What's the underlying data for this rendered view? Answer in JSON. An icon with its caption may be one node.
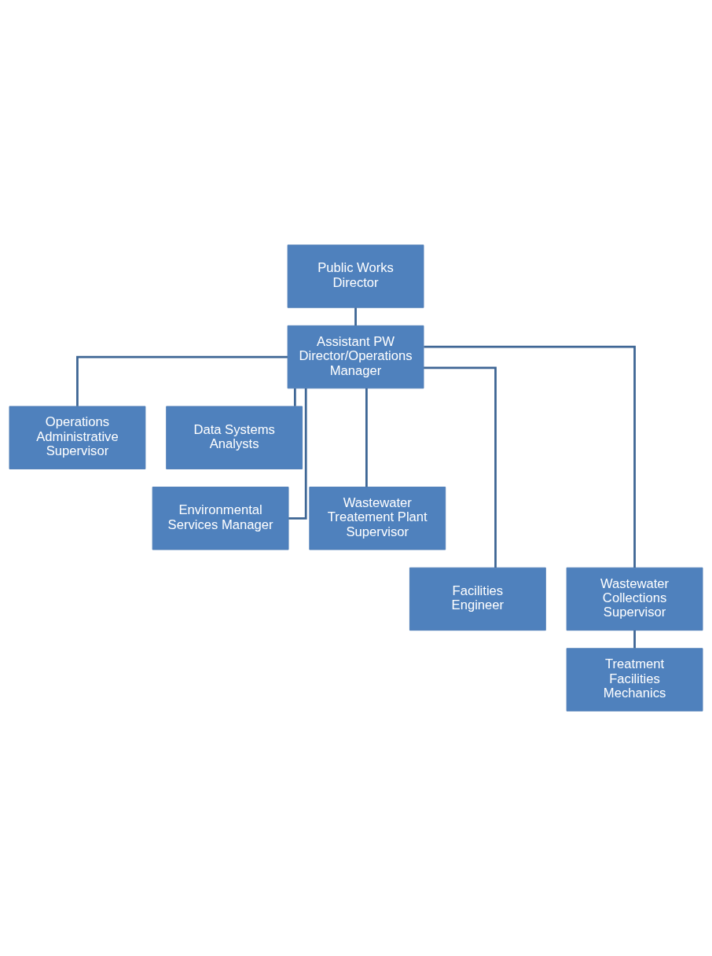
{
  "diagram": {
    "nodes": [
      {
        "text": [
          "Public Works Director"
        ]
      },
      {
        "text": [
          "Assistant PW Director/Operations Manager"
        ]
      },
      {
        "text": [
          "Operations Administrative Supervisor"
        ]
      },
      {
        "text": [
          "Data Systems Analysts"
        ]
      },
      {
        "text": [
          "Environmental Services Manager"
        ]
      },
      {
        "text": [
          "Wastewater Treatement Plant Supervisor"
        ]
      },
      {
        "text": [
          "Facilities Engineer"
        ]
      },
      {
        "text": [
          "Wastewater Collections Supervisor"
        ]
      },
      {
        "text": [
          "Treatment Facilities Mechanics"
        ]
      }
    ],
    "edges": [
      {
        "from": 0,
        "to": 1,
        "arrow": "none"
      },
      {
        "from": 1,
        "to": 2,
        "arrow": "none"
      },
      {
        "from": 1,
        "to": 3,
        "arrow": "none"
      },
      {
        "from": 1,
        "to": 4,
        "arrow": "none"
      },
      {
        "from": 1,
        "to": 5,
        "arrow": "none"
      },
      {
        "from": 1,
        "to": 6,
        "arrow": "none"
      },
      {
        "from": 1,
        "to": 7,
        "arrow": "none"
      },
      {
        "from": 7,
        "to": 8,
        "arrow": "none"
      }
    ]
  }
}
